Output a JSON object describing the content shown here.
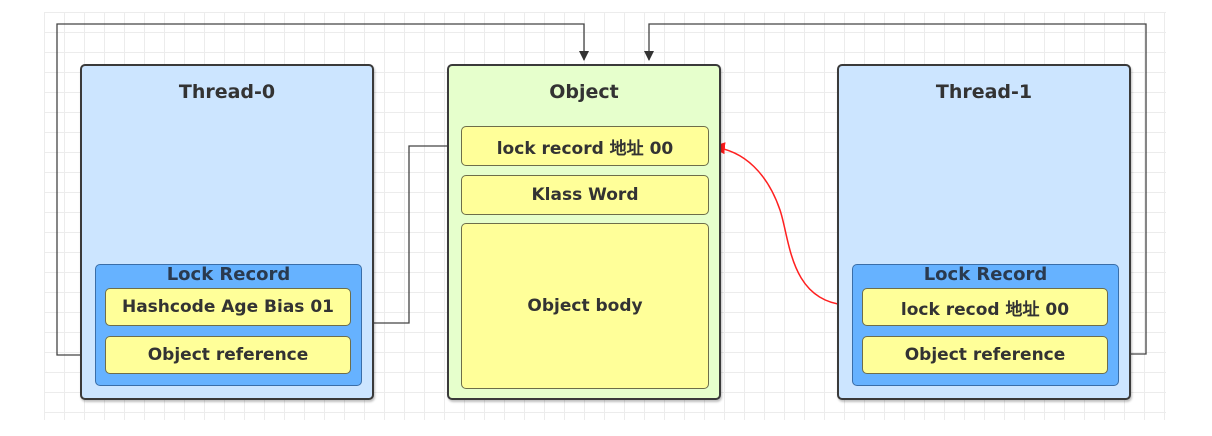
{
  "diagram": {
    "thread0": {
      "title": "Thread-0",
      "lock_record": {
        "title": "Lock Record",
        "fields": [
          "Hashcode Age Bias 01",
          "Object reference"
        ]
      }
    },
    "object": {
      "title": "Object",
      "fields": [
        "lock  record 地址 00",
        "Klass Word",
        "Object body"
      ]
    },
    "thread1": {
      "title": "Thread-1",
      "lock_record": {
        "title": "Lock Record",
        "fields": [
          "lock recod 地址 00",
          "Object reference"
        ]
      }
    },
    "colors": {
      "thread_fill": "#cce5ff",
      "object_fill": "#e6ffcc",
      "lock_record_fill": "#66b2ff",
      "field_fill": "#ffff99",
      "connector": "#444444",
      "cas_arrow": "#ff2020"
    },
    "connectors": [
      {
        "from": "thread0.object-reference",
        "to": "object",
        "style": "elbow"
      },
      {
        "from": "thread1.object-reference",
        "to": "object",
        "style": "elbow"
      },
      {
        "from": "object.lock-record-field",
        "to": "thread0.hashcode-field",
        "style": "elbow"
      },
      {
        "from": "object.lock-record-field",
        "to": "thread1.lock-recod-field",
        "style": "curved-bidirectional"
      }
    ]
  }
}
